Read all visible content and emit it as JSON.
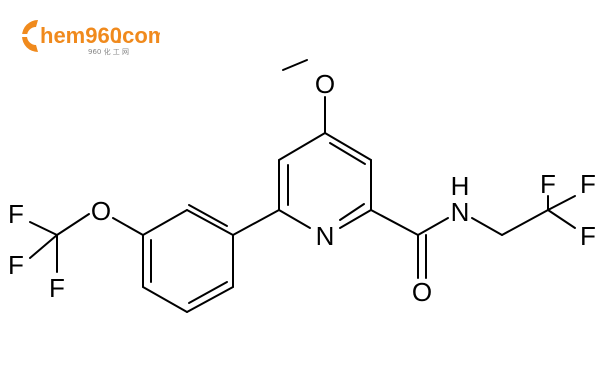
{
  "logo": {
    "text": "hem960",
    "domain": ".com",
    "subtitle": "960 化 工 网",
    "brand_color": "#f08a1d",
    "icon": "c-badge-icon"
  },
  "molecule": {
    "atoms": {
      "o_methoxy": "O",
      "o_ether": "O",
      "o_carbonyl": "O",
      "n_ring": "N",
      "n_amide": "N",
      "h_amide": "H",
      "f_ocf3_1": "F",
      "f_ocf3_2": "F",
      "f_ocf3_3": "F",
      "f_cf3_1": "F",
      "f_cf3_2": "F",
      "f_cf3_3": "F"
    }
  }
}
